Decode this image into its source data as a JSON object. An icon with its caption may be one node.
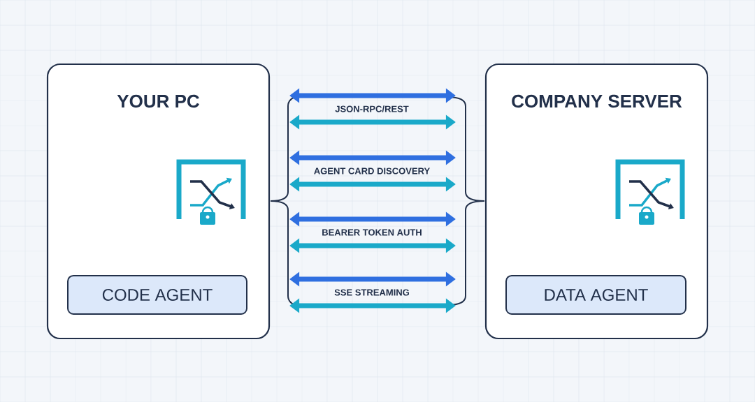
{
  "diagram": {
    "nodes": [
      {
        "text": [
          "YOUR PC"
        ]
      },
      {
        "text": [
          "CODE AGENT"
        ],
        "in": 0
      },
      {
        "text": [
          "COMPANY SERVER"
        ]
      },
      {
        "text": [
          "DATA AGENT"
        ],
        "in": 2
      }
    ],
    "edges": [
      {
        "from": 0,
        "to": 2,
        "arrow": "both",
        "color": "#2f6fe0"
      },
      {
        "from": 0,
        "to": 2,
        "arrow": "both",
        "color": "#1aa9c9",
        "label": "JSON-RPC/REST"
      },
      {
        "from": 0,
        "to": 2,
        "arrow": "both",
        "color": "#2f6fe0"
      },
      {
        "from": 0,
        "to": 2,
        "arrow": "both",
        "color": "#1aa9c9",
        "label": "AGENT CARD DISCOVERY"
      },
      {
        "from": 0,
        "to": 2,
        "arrow": "both",
        "color": "#2f6fe0"
      },
      {
        "from": 0,
        "to": 2,
        "arrow": "both",
        "color": "#1aa9c9",
        "label": "BEARER TOKEN AUTH"
      },
      {
        "from": 0,
        "to": 2,
        "arrow": "both",
        "color": "#2f6fe0"
      },
      {
        "from": 0,
        "to": 2,
        "arrow": "both",
        "color": "#1aa9c9",
        "label": "SSE STREAMING"
      }
    ]
  }
}
